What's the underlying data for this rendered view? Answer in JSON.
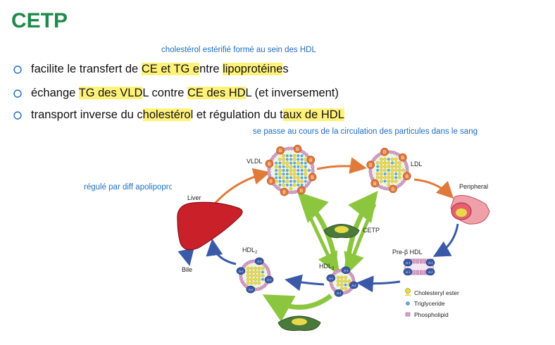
{
  "title": "CETP",
  "notes": {
    "hdl_formed": "cholestérol estérifié formé au sein des HDL",
    "circulation": "se passe au cours de la circulation des particules dans le sang",
    "regulated": "régulé par diff apolipoprot"
  },
  "bullets": [
    {
      "segments": [
        {
          "t": "facilite le transfert de ",
          "hl": false
        },
        {
          "t": "CE et TG e",
          "hl": true
        },
        {
          "t": "ntre ",
          "hl": false
        },
        {
          "t": "lipoprotéine",
          "hl": true
        },
        {
          "t": "s",
          "hl": false
        }
      ]
    },
    {
      "segments": [
        {
          "t": "échange ",
          "hl": false
        },
        {
          "t": "TG des VLD",
          "hl": true
        },
        {
          "t": "L contre ",
          "hl": false
        },
        {
          "t": "CE des HD",
          "hl": true
        },
        {
          "t": "L (et inversement)",
          "hl": false
        }
      ]
    },
    {
      "segments": [
        {
          "t": "transport inverse du c",
          "hl": false
        },
        {
          "t": "holestéro",
          "hl": true
        },
        {
          "t": "l et régulation du t",
          "hl": false
        },
        {
          "t": "aux de HDL",
          "hl": true
        }
      ]
    }
  ],
  "diagram": {
    "vldl": "VLDL",
    "ldl": "LDL",
    "peripheral": "Peripheral",
    "liver": "Liver",
    "bile": "Bile",
    "cetp": "CETP",
    "hdl2_main": "HDL",
    "hdl2_sub": "2",
    "hdl3_main": "HDL",
    "hdl3_sub": "3",
    "prebeta": "Pre-β HDL",
    "apo_b": "B",
    "apo_a": "A-I",
    "legend": {
      "ce": "Cholesteryl ester",
      "tg": "Triglyceride",
      "pl": "Phospholipid"
    }
  },
  "colors": {
    "title": "#1f8a4c",
    "note": "#1f6fc0",
    "highlight": "#fff27a",
    "liver": "#c9202a",
    "arrow_orange": "#e07a3a",
    "arrow_blue": "#3a5aa8",
    "arrow_green": "#8cc63f",
    "cetp": "#4a7a3a"
  }
}
